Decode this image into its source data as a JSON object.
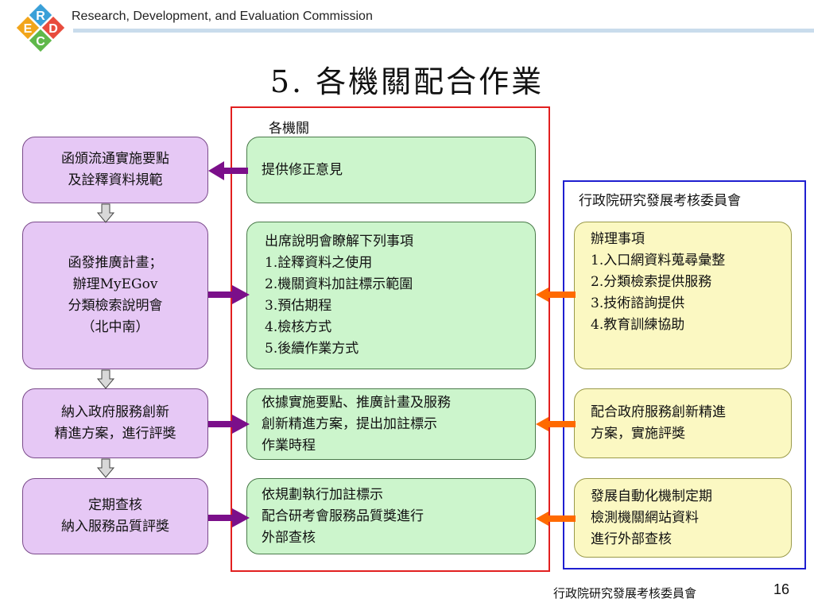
{
  "header": {
    "org_name": "Research, Development, and Evaluation Commission"
  },
  "logo": {
    "letters": [
      "R",
      "D",
      "E",
      "C"
    ],
    "colors": [
      "#3aa0d8",
      "#e84c3d",
      "#f2a51a",
      "#5fb84a"
    ]
  },
  "title": "5. 各機關配合作業",
  "labels": {
    "agencies": "各機關",
    "commission": "行政院研究發展考核委員會"
  },
  "left_boxes": [
    {
      "lines": [
        "函頒流通實施要點",
        "及詮釋資料規範"
      ]
    },
    {
      "lines": [
        "函發推廣計畫；",
        "辦理MyEGov",
        "分類檢索說明會",
        "（北中南）"
      ]
    },
    {
      "lines": [
        "納入政府服務創新",
        "精進方案，進行評獎"
      ]
    },
    {
      "lines": [
        "定期查核",
        "納入服務品質評獎"
      ]
    }
  ],
  "middle_boxes": [
    {
      "lines": [
        "提供修正意見"
      ]
    },
    {
      "lines": [
        "出席說明會瞭解下列事項",
        "1.詮釋資料之使用",
        "2.機關資料加註標示範圍",
        "3.預估期程",
        "4.檢核方式",
        "5.後續作業方式"
      ]
    },
    {
      "lines": [
        "依據實施要點、推廣計畫及服務",
        "創新精進方案，提出加註標示",
        "作業時程"
      ]
    },
    {
      "lines": [
        "依規劃執行加註標示",
        "配合研考會服務品質獎進行",
        "外部查核"
      ]
    }
  ],
  "right_boxes": [
    {
      "lines": [
        "辦理事項",
        "1.入口網資料蒐尋彙整",
        "2.分類檢索提供服務",
        "3.技術諮詢提供",
        "4.教育訓練協助"
      ]
    },
    {
      "lines": [
        "配合政府服務創新精進",
        "方案，實施評獎"
      ]
    },
    {
      "lines": [
        "發展自動化機制定期",
        "檢測機關網站資料",
        "進行外部查核"
      ]
    }
  ],
  "colors": {
    "red_frame": "#e22020",
    "blue_frame": "#1f1fd0",
    "purple_arrow": "#7b0f8a",
    "orange_arrow": "#ff6a00"
  },
  "footer": {
    "org_name": "行政院研究發展考核委員會",
    "page_number": "16"
  }
}
